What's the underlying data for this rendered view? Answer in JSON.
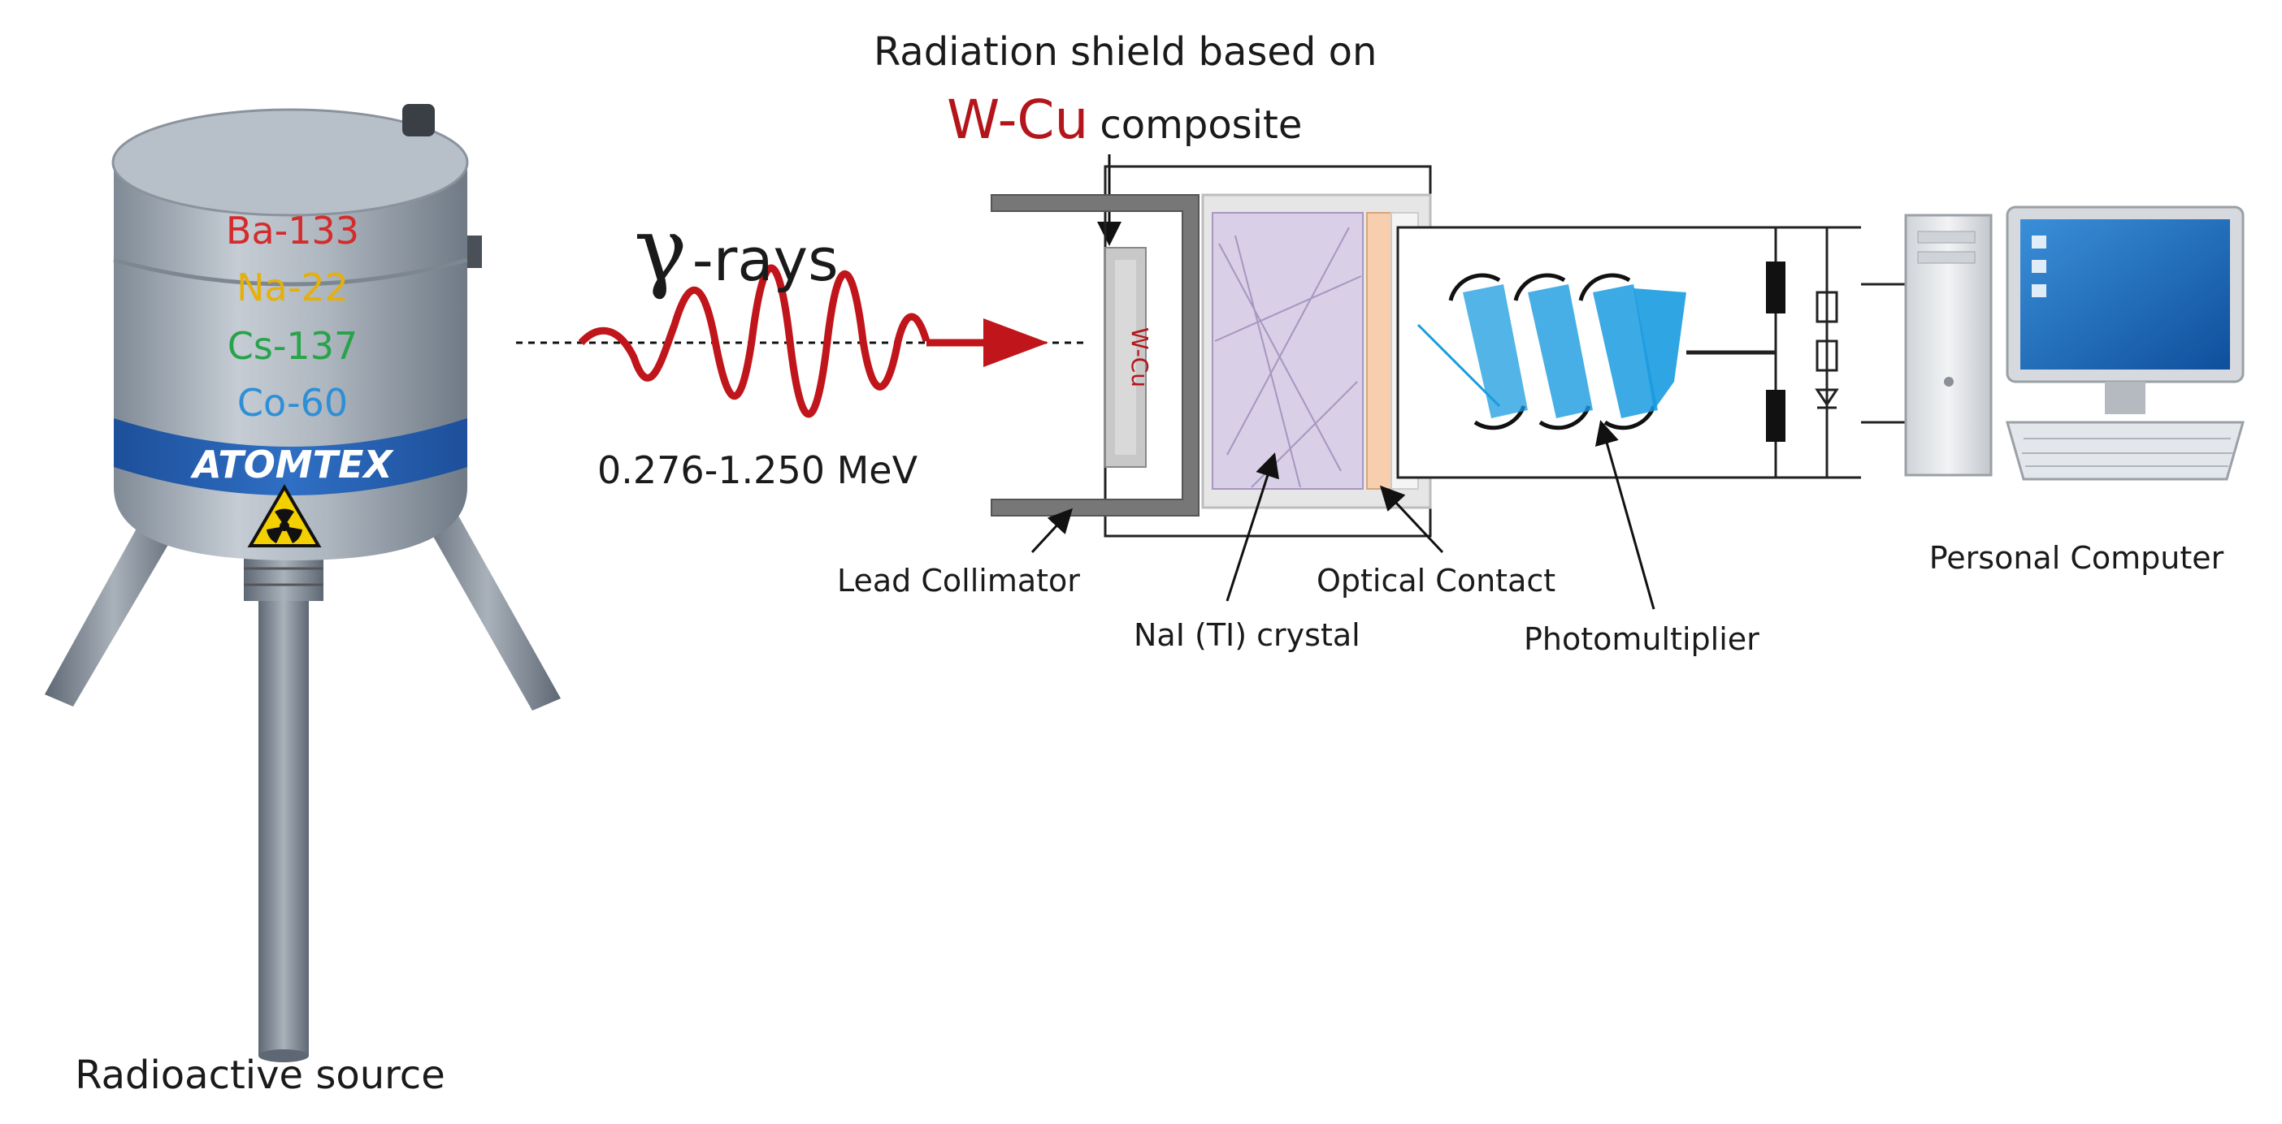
{
  "source": {
    "label": "Radioactive source",
    "brand": "ATOMTEX",
    "isotopes": [
      {
        "name": "Ba-133",
        "color": "#d42b2b"
      },
      {
        "name": "Na-22",
        "color": "#e6b00a"
      },
      {
        "name": "Cs-137",
        "color": "#27a34a"
      },
      {
        "name": "Co-60",
        "color": "#2d8fd6"
      }
    ]
  },
  "radiation": {
    "symbol": "γ",
    "suffix": "-rays",
    "energy": "0.276-1.250 MeV",
    "wave_color": "#c0151b"
  },
  "shield": {
    "title": "Radiation shield based on",
    "material": "W-Cu",
    "material_suffix": "composite",
    "plate_label": "W-Cu",
    "material_color": "#b3151b"
  },
  "components": {
    "collimator": "Lead Collimator",
    "crystal": "NaI (TI) crystal",
    "optical_contact": "Optical Contact",
    "photomultiplier": "Photomultiplier",
    "computer": "Personal Computer"
  },
  "colors": {
    "crystal_fill": "#d9cfe6",
    "optical_fill": "#f7cfae",
    "dynode": "#1a9be0",
    "housing_gray": "#c9c9c9"
  }
}
